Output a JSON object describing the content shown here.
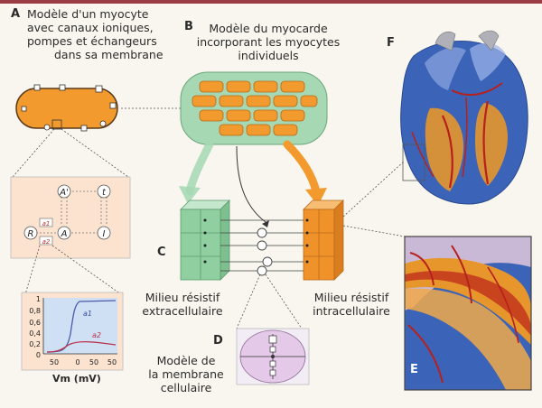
{
  "panels": {
    "A": {
      "letter": "A",
      "caption_lines": [
        "Modèle d'un myocyte",
        "avec canaux ioniques,",
        "pompes et échangeurs",
        "dans sa membrane"
      ]
    },
    "B": {
      "letter": "B",
      "caption_lines": [
        "Modèle du myocarde",
        "incorporant les myocytes",
        "individuels"
      ]
    },
    "C": {
      "letter": "C",
      "left_caption_lines": [
        "Milieu résistif",
        "extracellulaire"
      ],
      "right_caption_lines": [
        "Milieu résistif",
        "intracellulaire"
      ]
    },
    "D": {
      "letter": "D",
      "caption_lines": [
        "Modèle de",
        "la membrane",
        "cellulaire"
      ]
    },
    "E": {
      "letter": "E"
    },
    "F": {
      "letter": "F"
    }
  },
  "state_diagram": {
    "states": [
      "R",
      "A",
      "A'",
      "t",
      "I"
    ],
    "rate_labels": [
      "a1",
      "a2"
    ]
  },
  "plot": {
    "y_ticks": [
      "1",
      "0,8",
      "0,6",
      "0,4",
      "0,2",
      "0"
    ],
    "x_ticks": [
      "50",
      "0",
      "50",
      "50"
    ],
    "xlabel": "Vm (mV)",
    "series_labels": [
      "a1",
      "a2"
    ]
  },
  "colors": {
    "cell_orange": "#f29a2e",
    "tissue_green": "#a6d8b4",
    "block_green": "#8fcfa0",
    "block_orange": "#f0922a",
    "panel_peach": "#fbe3cf",
    "plot_bg": "#cfe0f5",
    "heart_blue": "#3b63b8",
    "heart_orange": "#e7962c",
    "border_red": "#9b3b42"
  }
}
